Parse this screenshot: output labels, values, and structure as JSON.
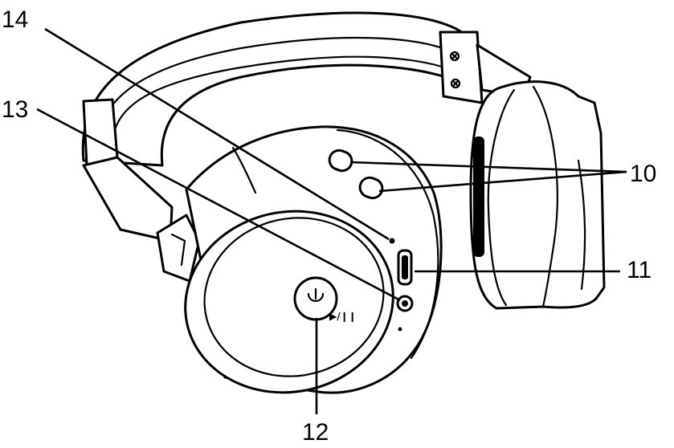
{
  "figure": {
    "callouts": [
      {
        "id": "c10",
        "label": "10",
        "part": "track buttons"
      },
      {
        "id": "c11",
        "label": "11",
        "part": "charging port"
      },
      {
        "id": "c12",
        "label": "12",
        "part": "power / play-pause button"
      },
      {
        "id": "c13",
        "label": "13",
        "part": "audio jack"
      },
      {
        "id": "c14",
        "label": "14",
        "part": "indicator light"
      }
    ]
  },
  "colors": {
    "line": "#000000",
    "background": "#ffffff"
  }
}
